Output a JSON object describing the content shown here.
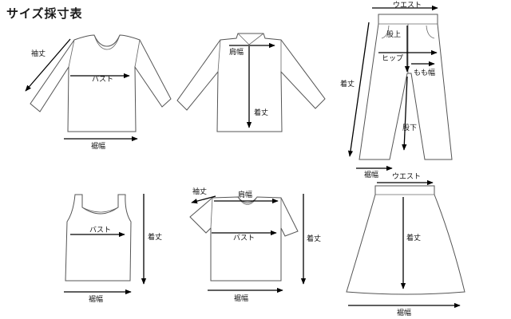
{
  "title": "サイズ採寸表",
  "labels": {
    "sleeve": "袖丈",
    "bust": "バスト",
    "hem": "裾幅",
    "shoulder": "肩幅",
    "length": "着丈",
    "waist": "ウエスト",
    "rise": "股上",
    "hip": "ヒップ",
    "thigh": "もも幅",
    "inseam": "股下"
  }
}
